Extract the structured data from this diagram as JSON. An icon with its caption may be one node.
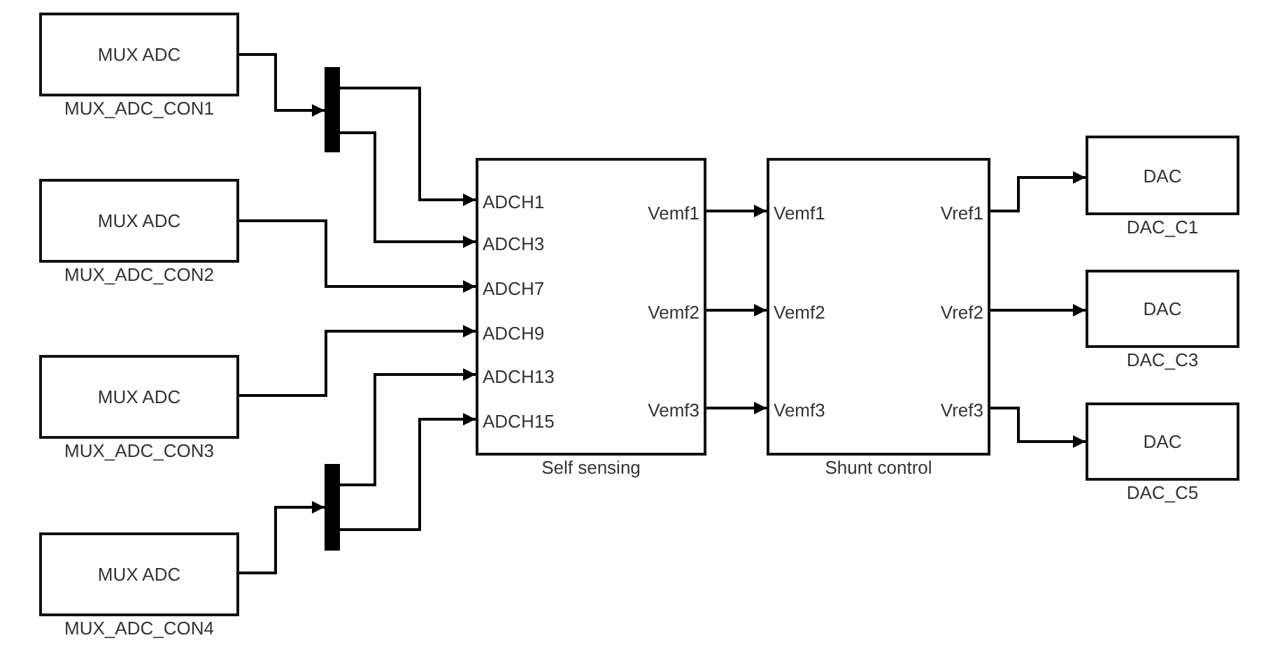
{
  "diagram": {
    "nodes": [
      {
        "text": [
          "MUX ADC"
        ],
        "beside": [
          "MUX_ADC_CON1"
        ]
      },
      {
        "text": [
          "MUX ADC"
        ],
        "beside": [
          "MUX_ADC_CON2"
        ]
      },
      {
        "text": [
          "MUX ADC"
        ],
        "beside": [
          "MUX_ADC_CON3"
        ]
      },
      {
        "text": [
          "MUX ADC"
        ],
        "beside": [
          "MUX_ADC_CON4"
        ]
      },
      {
        "text": [],
        "shape": "bar"
      },
      {
        "text": [],
        "shape": "bar"
      },
      {
        "text": [
          "ADCH1",
          "ADCH3",
          "ADCH7",
          "ADCH9",
          "ADCH13",
          "ADCH15",
          "Vemf1",
          "Vemf2",
          "Vemf3"
        ],
        "beside": [
          "Self sensing"
        ]
      },
      {
        "text": [
          "Vemf1",
          "Vemf2",
          "Vemf3",
          "Vref1",
          "Vref2",
          "Vref3"
        ],
        "beside": [
          "Shunt control"
        ]
      },
      {
        "text": [
          "DAC"
        ],
        "beside": [
          "DAC_C1"
        ]
      },
      {
        "text": [
          "DAC"
        ],
        "beside": [
          "DAC_C3"
        ]
      },
      {
        "text": [
          "DAC"
        ],
        "beside": [
          "DAC_C5"
        ]
      }
    ],
    "edges": [
      {
        "from": 0,
        "to": 4,
        "arrow": "to"
      },
      {
        "from": 4,
        "to": 6,
        "arrow": "to"
      },
      {
        "from": 4,
        "to": 6,
        "arrow": "to"
      },
      {
        "from": 1,
        "to": 6,
        "arrow": "to"
      },
      {
        "from": 2,
        "to": 6,
        "arrow": "to"
      },
      {
        "from": 3,
        "to": 5,
        "arrow": "to"
      },
      {
        "from": 5,
        "to": 6,
        "arrow": "to"
      },
      {
        "from": 5,
        "to": 6,
        "arrow": "to"
      },
      {
        "from": 6,
        "to": 7,
        "arrow": "to"
      },
      {
        "from": 6,
        "to": 7,
        "arrow": "to"
      },
      {
        "from": 6,
        "to": 7,
        "arrow": "to"
      },
      {
        "from": 7,
        "to": 8,
        "arrow": "to"
      },
      {
        "from": 7,
        "to": 9,
        "arrow": "to"
      },
      {
        "from": 7,
        "to": 10,
        "arrow": "to"
      }
    ]
  }
}
